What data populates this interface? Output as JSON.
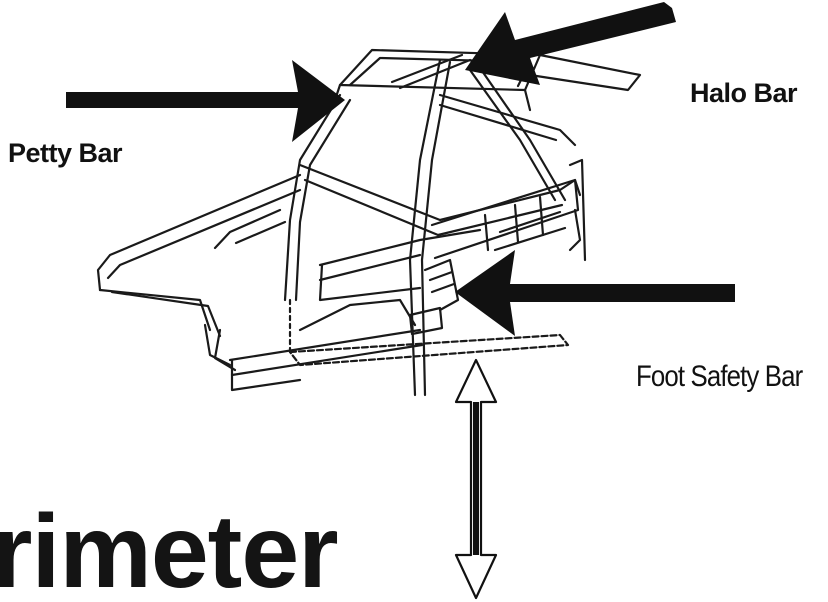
{
  "labels": {
    "petty_bar": "Petty Bar",
    "halo_bar": "Halo Bar",
    "foot_safety_bar": "Foot Safety Bar",
    "perimeter": "rimeter"
  },
  "icons": {
    "petty_arrow": "arrow-right-icon",
    "halo_arrow": "arrow-left-down-icon",
    "foot_arrow": "arrow-left-icon",
    "height_arrow": "double-arrow-vertical-icon"
  },
  "colors": {
    "arrow": "#111111",
    "linework": "#1a1a1a",
    "background": "#ffffff"
  }
}
